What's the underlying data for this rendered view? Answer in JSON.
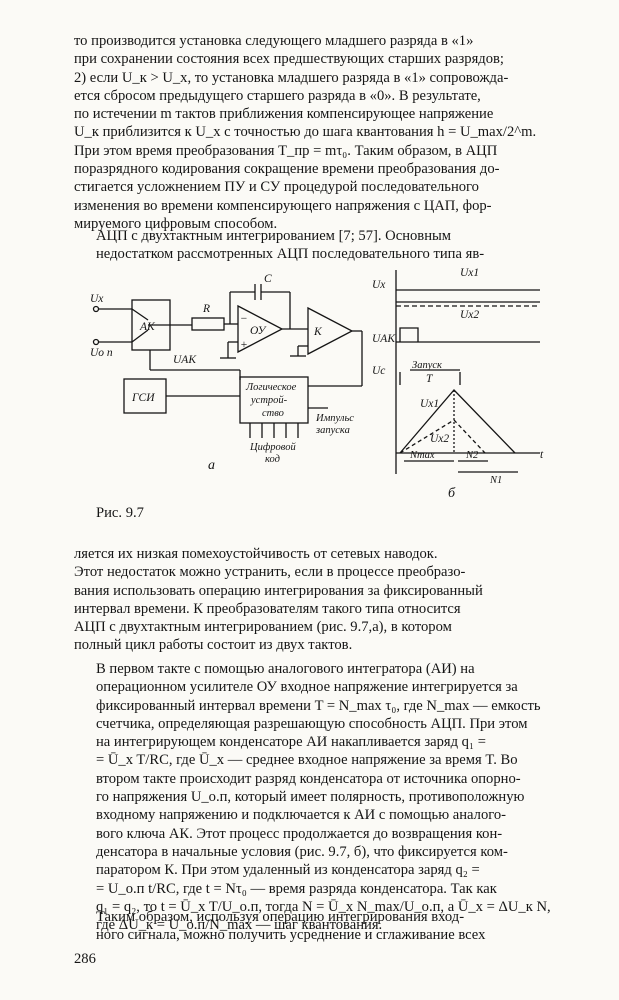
{
  "paragraphs": {
    "p1": [
      "то производится установка следующего младшего разряда в «1»",
      "при сохранении состояния всех предшествующих старших разрядов;",
      "2) если U_к > U_x, то установка младшего разряда в «1» сопровожда-",
      "ется сбросом предыдущего старшего разряда в «0». В результате,",
      "по истечении m тактов приближения компенсирующее напряжение",
      "U_к приблизится к U_x с точностью до шага квантования h = U_max/2^m.",
      "При этом время преобразования T_пр = mτ₀. Таким образом, в АЦП",
      "поразрядного кодирования сокращение времени преобразования до-",
      "стигается усложнением ПУ и СУ процедурой последовательного",
      "изменения во времени компенсирующего напряжения с ЦАП, фор-",
      "мируемого цифровым способом."
    ],
    "p2": [
      "АЦП с двухтактным интегрированием [7; 57]. Основным",
      "недостатком рассмотренных АЦП последовательного типа яв-"
    ],
    "p3": [
      "ляется их низкая помехоустойчивость от сетевых наводок.",
      "Этот недостаток можно устранить, если в процессе преобразо-",
      "вания использовать операцию интегрирования за фиксированный",
      "интервал времени. К преобразователям такого типа относится",
      "АЦП с двухтактным интегрированием (рис. 9.7,а), в котором",
      "полный цикл работы состоит из двух тактов."
    ],
    "p4": [
      "В первом такте с помощью аналогового интегратора (АИ) на",
      "операционном усилителе ОУ входное напряжение интегрируется за",
      "фиксированный интервал времени T = N_max τ₀, где N_max — емкость",
      "счетчика, определяющая разрешающую способность АЦП. При этом",
      "на интегрирующем конденсаторе АИ накапливается заряд q₁ =",
      "= Ū_x T/RC, где Ū_x — среднее входное напряжение за время T. Во",
      "втором такте происходит разряд конденсатора от источника опорно-",
      "го напряжения U_о.п, который имеет полярность, противоположную",
      "входному напряжению и подключается к АИ с помощью аналого-",
      "вого ключа АК. Этот процесс продолжается до возвращения кон-",
      "денсатора в начальные условия (рис. 9.7, б), что фиксируется ком-",
      "паратором К. При этом удаленный из конденсатора заряд q₂ =",
      "= U_о.п t/RC, где t = Nτ₀ — время разряда конденсатора. Так как",
      "q₁ = q₂, то t = Ū_x T/U_о.п, тогда N = Ū_x N_max/U_о.п, а Ū_x = ΔU_к N,",
      "где ΔU_к = U_о.п/N_max — шаг квантования."
    ],
    "p5": [
      "Таким образом, используя операцию интегрирования вход-",
      "ного сигнала, можно получить усреднение и сглаживание всех"
    ]
  },
  "figure": {
    "caption": "Рис. 9.7",
    "panel_a_label": "а",
    "panel_b_label": "б",
    "circuit": {
      "input_ux": "Ux",
      "input_uop": "Uо п",
      "switch": "АК",
      "switch_control": "UАК",
      "resistor": "R",
      "capacitor": "C",
      "opamp": "ОУ",
      "comparator": "К",
      "generator": "ГСИ",
      "logic_line1": "Логическое",
      "logic_line2": "устрой-",
      "logic_line3": "ство",
      "start_pulse_line1": "Импульс",
      "start_pulse_line2": "запуска",
      "digital_line1": "Цифровой",
      "digital_line2": "код",
      "plus": "+",
      "minus": "−"
    },
    "timing": {
      "ux_axis": "Ux",
      "ux1": "Ux1",
      "ux2": "Ux2",
      "uak_axis": "UАК",
      "start": "Запуск",
      "T": "T",
      "uc_axis": "Uc",
      "uc_ux1": "Ux1",
      "uc_ux2": "Ux2",
      "nmax": "Nmax",
      "n2": "N2",
      "n1": "N1",
      "t_label": "t"
    }
  },
  "page_number": "286"
}
